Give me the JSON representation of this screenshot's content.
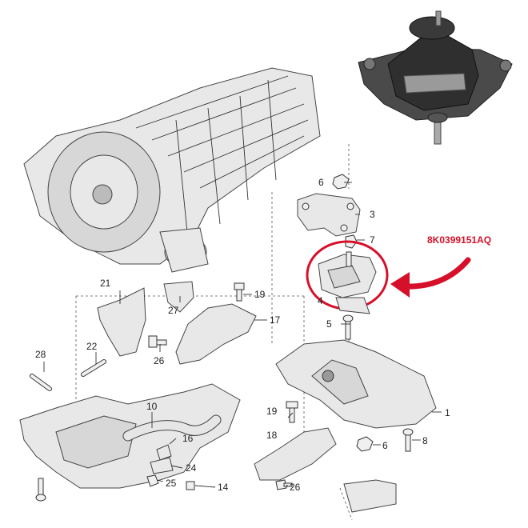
{
  "part_number": "8K0399151AQ",
  "callouts": [
    {
      "id": "c1",
      "label": "1"
    },
    {
      "id": "c3",
      "label": "3"
    },
    {
      "id": "c4",
      "label": "4"
    },
    {
      "id": "c5",
      "label": "5"
    },
    {
      "id": "c6a",
      "label": "6"
    },
    {
      "id": "c6b",
      "label": "6"
    },
    {
      "id": "c7",
      "label": "7"
    },
    {
      "id": "c8",
      "label": "8"
    },
    {
      "id": "c10",
      "label": "10"
    },
    {
      "id": "c14",
      "label": "14"
    },
    {
      "id": "c16",
      "label": "16"
    },
    {
      "id": "c17",
      "label": "17"
    },
    {
      "id": "c18",
      "label": "18"
    },
    {
      "id": "c19a",
      "label": "19"
    },
    {
      "id": "c19b",
      "label": "19"
    },
    {
      "id": "c21",
      "label": "21"
    },
    {
      "id": "c22",
      "label": "22"
    },
    {
      "id": "c24",
      "label": "24"
    },
    {
      "id": "c25",
      "label": "25"
    },
    {
      "id": "c26a",
      "label": "26"
    },
    {
      "id": "c26b",
      "label": "26"
    },
    {
      "id": "c27",
      "label": "27"
    },
    {
      "id": "c28",
      "label": "28"
    }
  ],
  "colors": {
    "highlight": "#d6102a",
    "mount_rubber": "#3a3a3a",
    "line": "#333333"
  }
}
